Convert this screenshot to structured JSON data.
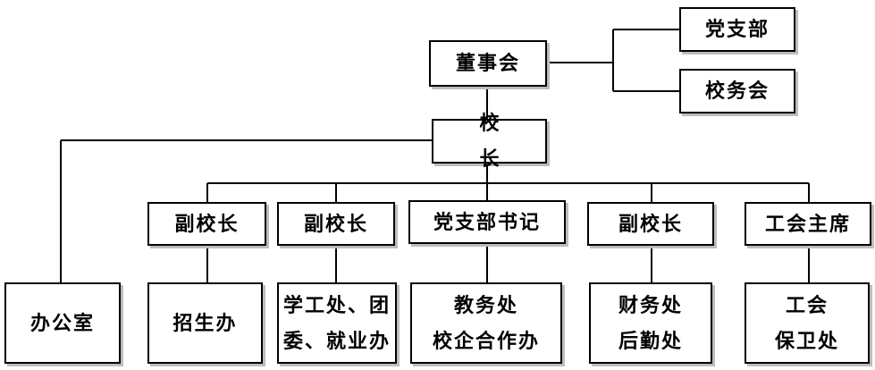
{
  "nodes": {
    "board": "董事会",
    "party_branch": "党支部",
    "school_affairs": "校务会",
    "principal": "校 长",
    "office": "办公室",
    "vp1": "副校长",
    "vp2": "副校长",
    "party_secretary": "党支部书记",
    "vp3": "副校长",
    "union_chair": "工会主席",
    "admissions": "招生办",
    "student_affairs": [
      "学工处、团",
      "委、就业办"
    ],
    "academic": [
      "教务处",
      "校企合作办"
    ],
    "finance": [
      "财务处",
      "后勤处"
    ],
    "union": [
      "工会",
      "保卫处"
    ]
  }
}
